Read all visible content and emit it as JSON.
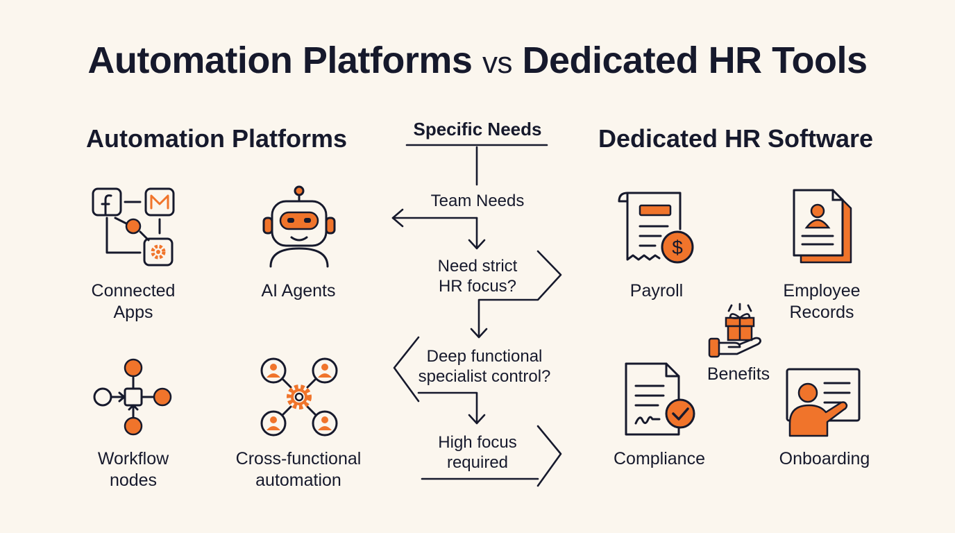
{
  "title": {
    "part1": "Automation Platforms",
    "vs": "vs",
    "part2": "Dedicated HR Tools"
  },
  "left": {
    "heading": "Automation Platforms",
    "items": [
      {
        "line1": "Connected",
        "line2": "Apps",
        "icon": "connected-apps-icon"
      },
      {
        "line1": "AI Agents",
        "line2": "",
        "icon": "robot-icon"
      },
      {
        "line1": "Workflow",
        "line2": "nodes",
        "icon": "workflow-nodes-icon"
      },
      {
        "line1": "Cross-functional",
        "line2": "automation",
        "icon": "team-gear-icon"
      }
    ]
  },
  "center": {
    "top": "Specific Needs",
    "steps": [
      {
        "line1": "Team Needs",
        "line2": ""
      },
      {
        "line1": "Need strict",
        "line2": "HR focus?"
      },
      {
        "line1": "Deep functional",
        "line2": "specialist control?"
      },
      {
        "line1": "High focus",
        "line2": "required"
      }
    ]
  },
  "right": {
    "heading": "Dedicated HR Software",
    "items": [
      {
        "line1": "Payroll",
        "line2": "",
        "icon": "payroll-icon"
      },
      {
        "line1": "Employee",
        "line2": "Records",
        "icon": "employee-records-icon"
      },
      {
        "line1": "Benefits",
        "line2": "",
        "icon": "gift-hand-icon"
      },
      {
        "line1": "Compliance",
        "line2": "",
        "icon": "compliance-document-icon"
      },
      {
        "line1": "Onboarding",
        "line2": "",
        "icon": "onboarding-presentation-icon"
      }
    ]
  },
  "colors": {
    "accent": "#f0742b",
    "ink": "#16192c",
    "background": "#fbf6ee"
  }
}
